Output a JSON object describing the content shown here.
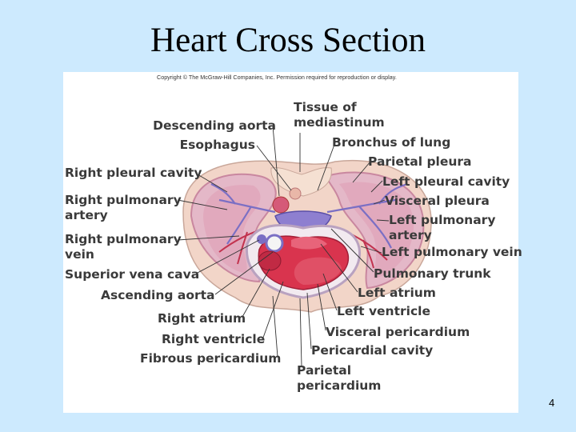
{
  "slide": {
    "title": "Heart Cross Section",
    "page_number": "4"
  },
  "figure": {
    "copyright": "Copyright © The McGraw-Hill Companies, Inc. Permission required for reproduction or display.",
    "labels_left": {
      "descending_aorta": "Descending aorta",
      "esophagus": "Esophagus",
      "right_pleural_cavity": "Right pleural cavity",
      "right_pulmonary_artery_1": "Right pulmonary",
      "right_pulmonary_artery_2": "artery",
      "right_pulmonary_vein_1": "Right pulmonary",
      "right_pulmonary_vein_2": "vein",
      "superior_vena_cava": "Superior vena cava",
      "ascending_aorta": "Ascending aorta",
      "right_atrium": "Right atrium",
      "right_ventricle": "Right ventricle",
      "fibrous_pericardium": "Fibrous pericardium"
    },
    "labels_right": {
      "tissue_of_mediastinum_1": "Tissue of",
      "tissue_of_mediastinum_2": "mediastinum",
      "bronchus_of_lung": "Bronchus of lung",
      "parietal_pleura": "Parietal pleura",
      "left_pleural_cavity": "Left pleural cavity",
      "visceral_pleura": "Visceral pleura",
      "left_pulmonary_artery_1": "Left pulmonary",
      "left_pulmonary_artery_2": "artery",
      "left_pulmonary_vein": "Left pulmonary vein",
      "pulmonary_trunk": "Pulmonary trunk",
      "left_atrium": "Left atrium",
      "left_ventricle": "Left ventricle",
      "visceral_pericardium": "Visceral pericardium",
      "pericardial_cavity": "Pericardial cavity",
      "parietal_pericardium_1": "Parietal",
      "parietal_pericardium_2": "pericardium"
    }
  },
  "colors": {
    "background": "#cdeafe",
    "lung": "#e4b8c8",
    "lung_dark": "#c9879f",
    "artery": "#7b6fc4",
    "vein": "#c2334f",
    "aorta": "#d55a78",
    "heart": "#d9344e",
    "pericardium": "#f2d5c8",
    "leader_line": "#333333"
  }
}
